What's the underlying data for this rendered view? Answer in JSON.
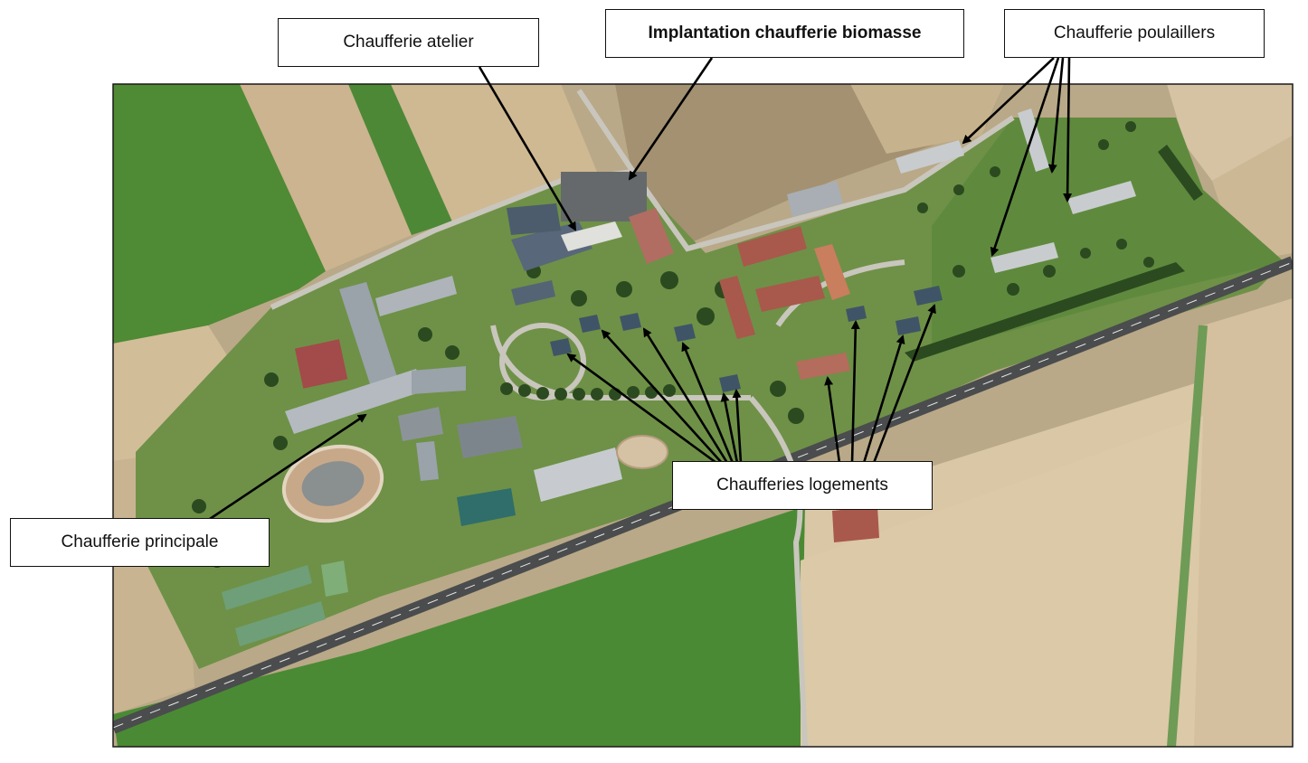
{
  "labels": {
    "atelier": "Chaufferie atelier",
    "biomasse": "Implantation chaufferie biomasse",
    "poulaillers": "Chaufferie poulaillers",
    "logements": "Chaufferies logements",
    "principale": "Chaufferie principale"
  },
  "colors": {
    "field_green": "#4f8a34",
    "field_tan": "#c9b38c",
    "grass": "#6b8f45",
    "roof_red": "#a9584c",
    "roof_grey": "#9aa2aa",
    "road": "#5b5d5e",
    "tree": "#2c4a1f"
  }
}
